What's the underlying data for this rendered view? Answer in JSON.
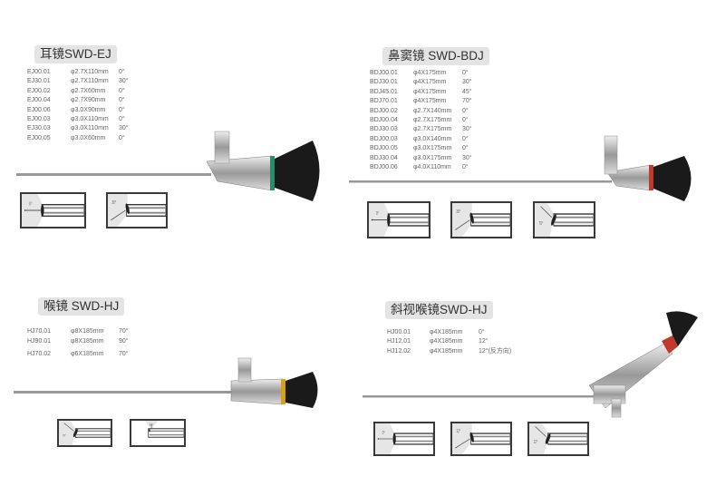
{
  "sections": [
    {
      "title": "耳镜SWD-EJ",
      "rows": [
        [
          "EJ00.01",
          "φ2.7X110mm",
          "0°"
        ],
        [
          "EJ30.01",
          "φ2.7X110mm",
          "30°"
        ],
        [
          "EJ00.02",
          "φ2.7X60mm",
          "0°"
        ],
        [
          "EJ00.04",
          "φ2.7X90mm",
          "0°"
        ],
        [
          "EJ00.06",
          "φ3.0X90mm",
          "0°"
        ],
        [
          "EJ00.03",
          "φ3.0X110mm",
          "0°"
        ],
        [
          "EJ30.03",
          "φ3.0X110mm",
          "30°"
        ],
        [
          "EJ00.05",
          "φ3.0X60mm",
          "0°"
        ]
      ],
      "diagrams": [
        "0°",
        "30°"
      ],
      "ring_color": "#2e8b6a"
    },
    {
      "title": "鼻窦镜 SWD-BDJ",
      "rows": [
        [
          "BDJ00.01",
          "φ4X175mm",
          "0°"
        ],
        [
          "BDJ30.01",
          "φ4X175mm",
          "30°"
        ],
        [
          "BDJ45.01",
          "φ4X175mm",
          "45°"
        ],
        [
          "BDJ70.01",
          "φ4X175mm",
          "70°"
        ],
        [
          "BDJ00.02",
          "φ2.7X140mm",
          "0°"
        ],
        [
          "BDJ00.04",
          "φ2.7X175mm",
          "0°"
        ],
        [
          "BDJ30.03",
          "φ2.7X175mm",
          "30°"
        ],
        [
          "BDJ00.03",
          "φ3.0X140mm",
          "0°"
        ],
        [
          "BDJ00.05",
          "φ3.0X175mm",
          "0°"
        ],
        [
          "BDJ30.04",
          "φ3.0X175mm",
          "30°"
        ],
        [
          "BDJ00.06",
          "φ4.0X110mm",
          "0°"
        ]
      ],
      "diagrams": [
        "0°",
        "30°",
        "70°"
      ],
      "ring_color": "#c0392b"
    },
    {
      "title": "喉镜 SWD-HJ",
      "rows": [
        [
          "HJ70.01",
          "φ8X185mm",
          "70°"
        ],
        [
          "HJ90.01",
          "φ8X185mm",
          "90°"
        ],
        [
          "HJ70.02",
          "φ6X185mm",
          "70°"
        ]
      ],
      "diagrams": [
        "70°",
        "90°"
      ],
      "ring_color": "#d4a017"
    },
    {
      "title": "斜视喉镜SWD-HJ",
      "rows": [
        [
          "HJ00.01",
          "φ4X185mm",
          "0°"
        ],
        [
          "HJ12.01",
          "φ4X185mm",
          "12°"
        ],
        [
          "HJ12.02",
          "φ4X185mm",
          "12°(反方向)"
        ]
      ],
      "diagrams": [
        "0°",
        "12°",
        "12°"
      ],
      "ring_color": "#c0392b"
    }
  ]
}
